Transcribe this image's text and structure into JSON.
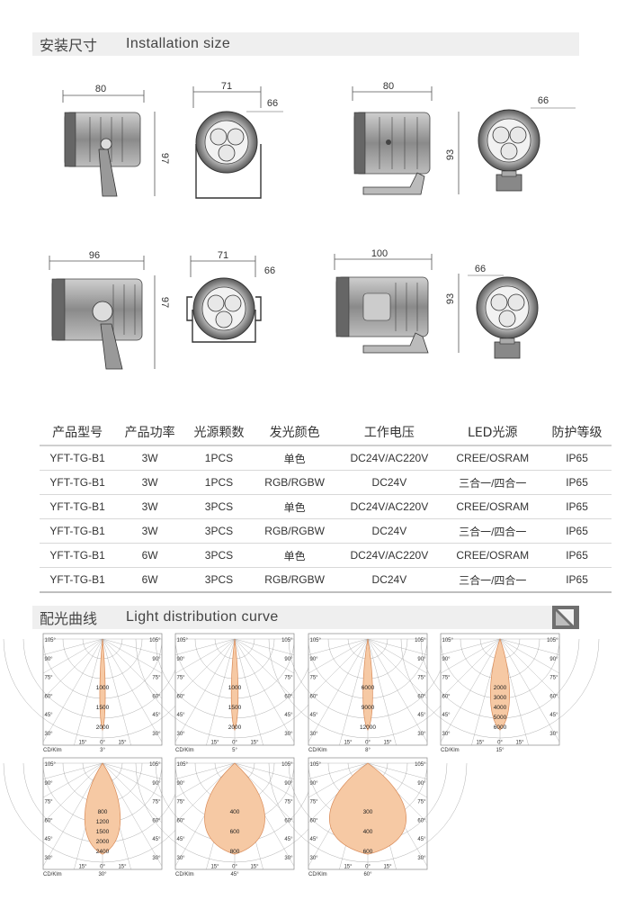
{
  "section_install": {
    "cn": "安装尺寸",
    "en": "Installation size"
  },
  "section_curve": {
    "cn": "配光曲线",
    "en": "Light distribution curve"
  },
  "drawings": {
    "fig1": {
      "width": "80",
      "height": "97"
    },
    "fig2": {
      "width": "71",
      "dia": "66"
    },
    "fig3": {
      "width": "80",
      "height": "93"
    },
    "fig4": {
      "dia": "66"
    },
    "fig5": {
      "width": "96",
      "height": "97"
    },
    "fig6": {
      "width": "71",
      "dia": "66"
    },
    "fig7": {
      "width": "100",
      "height": "93"
    },
    "fig8": {
      "dia": "66"
    }
  },
  "table": {
    "headers": [
      "产品型号",
      "产品功率",
      "光源颗数",
      "发光颜色",
      "工作电压",
      "LED光源",
      "防护等级"
    ],
    "rows": [
      [
        "YFT-TG-B1",
        "3W",
        "1PCS",
        "单色",
        "DC24V/AC220V",
        "CREE/OSRAM",
        "IP65"
      ],
      [
        "YFT-TG-B1",
        "3W",
        "1PCS",
        "RGB/RGBW",
        "DC24V",
        "三合一/四合一",
        "IP65"
      ],
      [
        "YFT-TG-B1",
        "3W",
        "3PCS",
        "单色",
        "DC24V/AC220V",
        "CREE/OSRAM",
        "IP65"
      ],
      [
        "YFT-TG-B1",
        "3W",
        "3PCS",
        "RGB/RGBW",
        "DC24V",
        "三合一/四合一",
        "IP65"
      ],
      [
        "YFT-TG-B1",
        "6W",
        "3PCS",
        "单色",
        "DC24V/AC220V",
        "CREE/OSRAM",
        "IP65"
      ],
      [
        "YFT-TG-B1",
        "6W",
        "3PCS",
        "RGB/RGBW",
        "DC24V",
        "三合一/四合一",
        "IP65"
      ]
    ]
  },
  "polar": {
    "unit": "CD/Klm",
    "angle_labels": [
      "105°",
      "90°",
      "75°",
      "60°",
      "45°",
      "30°",
      "15°",
      "0°"
    ],
    "charts": [
      {
        "beam": "3°",
        "scale_labels": [
          "1000",
          "1500",
          "2000"
        ]
      },
      {
        "beam": "5°",
        "scale_labels": [
          "1000",
          "1500",
          "2000"
        ]
      },
      {
        "beam": "8°",
        "scale_labels": [
          "6000",
          "9000",
          "12000"
        ]
      },
      {
        "beam": "15°",
        "scale_labels": [
          "2000",
          "3000",
          "4000",
          "5000",
          "6000"
        ]
      },
      {
        "beam": "30°",
        "scale_labels": [
          "800",
          "1200",
          "1500",
          "2000",
          "2400"
        ]
      },
      {
        "beam": "45°",
        "scale_labels": [
          "400",
          "600",
          "800"
        ]
      },
      {
        "beam": "60°",
        "scale_labels": [
          "300",
          "400",
          "600"
        ]
      }
    ]
  },
  "colors": {
    "beam_fill": "#f6c9a4",
    "beam_stroke": "#d98a57",
    "grid": "#9a9a9a"
  }
}
